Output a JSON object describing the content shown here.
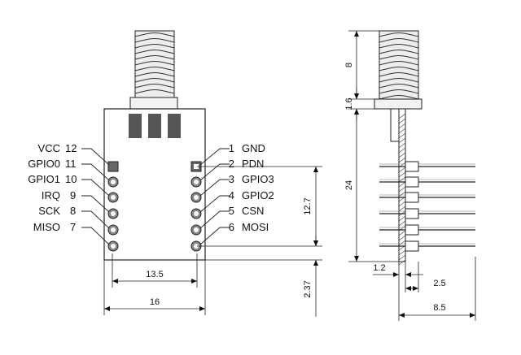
{
  "left_pins": [
    {
      "num": "12",
      "label": "VCC"
    },
    {
      "num": "11",
      "label": "GPIO0"
    },
    {
      "num": "10",
      "label": "GPIO1"
    },
    {
      "num": "9",
      "label": "IRQ"
    },
    {
      "num": "8",
      "label": "SCK"
    },
    {
      "num": "7",
      "label": "MISO"
    }
  ],
  "right_pins": [
    {
      "num": "1",
      "label": "GND"
    },
    {
      "num": "2",
      "label": "PDN"
    },
    {
      "num": "3",
      "label": "GPIO3"
    },
    {
      "num": "4",
      "label": "GPIO2"
    },
    {
      "num": "5",
      "label": "CSN"
    },
    {
      "num": "6",
      "label": "MOSI"
    }
  ],
  "dimensions": {
    "pin_span": "13.5",
    "board_width": "16",
    "pin_column_height": "12.7",
    "bottom_offset": "2.37",
    "antenna_length": "8",
    "flange_thickness": "1.6",
    "body_height": "24",
    "pcb_thickness": "1.2",
    "pin_pitch_offset": "2.5",
    "total_depth": "8.5"
  }
}
